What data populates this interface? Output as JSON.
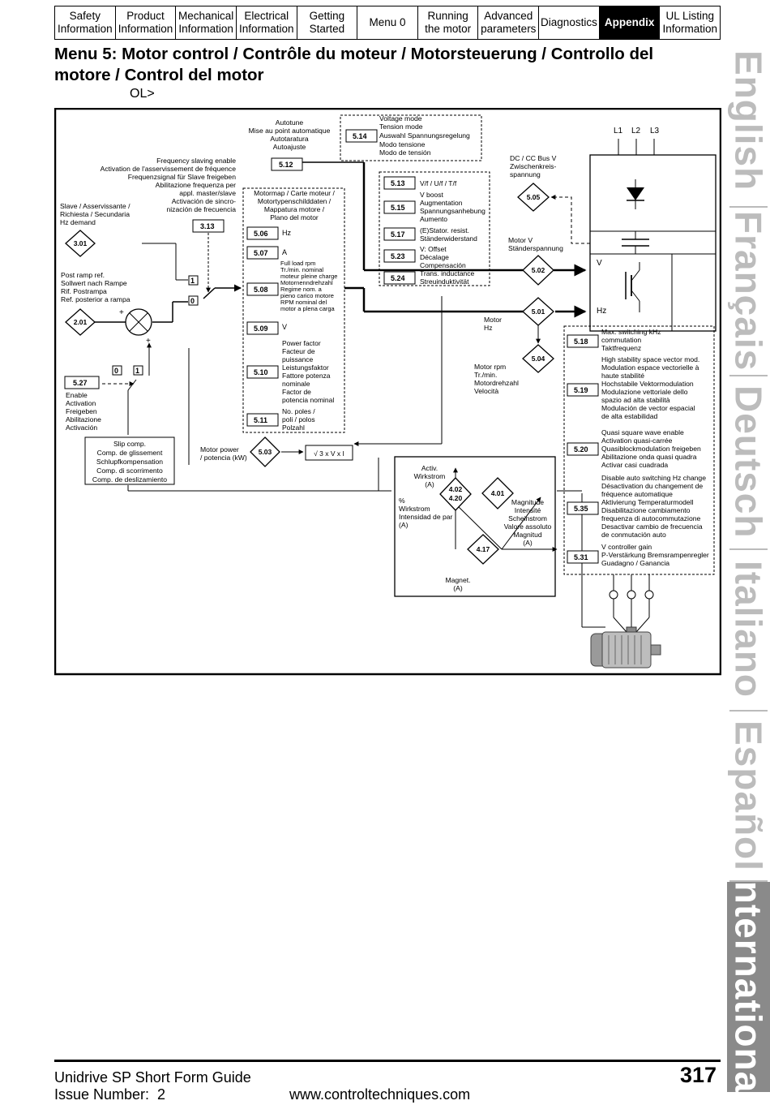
{
  "nav": {
    "tabs": [
      {
        "label": "Safety\nInformation"
      },
      {
        "label": "Product\nInformation"
      },
      {
        "label": "Mechanical\nInformation"
      },
      {
        "label": "Electrical\nInformation"
      },
      {
        "label": "Getting\nStarted"
      },
      {
        "label": "Menu 0"
      },
      {
        "label": "Running\nthe motor"
      },
      {
        "label": "Advanced\nparameters"
      },
      {
        "label": "Diagnostics"
      },
      {
        "label": "Appendix",
        "active": true
      },
      {
        "label": "UL Listing\nInformation"
      }
    ]
  },
  "page": {
    "title": "Menu 5: Motor control / Contrôle du moteur / Motorsteuerung / Controllo del motore / Control del motor",
    "subtitle": "OL>"
  },
  "diagram": {
    "autotune": [
      "Autotune",
      "Mise au point automatique",
      "Autotaratura",
      "Autoajuste"
    ],
    "voltage_mode": [
      "Voltage mode",
      "Tension mode",
      "Auswahl Spannungsregelung",
      "Modo tensione",
      "Modo de tensión"
    ],
    "freq_slaving_enable": [
      "Frequency slaving enable",
      "Activation de l'asservissement de fréquence",
      "Frequenzsignal für Slave freigeben",
      "Abilitazione frequenza per",
      "appl. master/slave",
      "Activación de sincro-",
      "nización de frecuencia"
    ],
    "slave_demand": [
      "Slave / Asservissante /",
      "Richiesta / Secundaria",
      "Hz demand"
    ],
    "post_ramp": [
      "Post ramp ref.",
      "Sollwert nach Rampe",
      "Rif. Postrampa",
      "Ref. posterior a rampa"
    ],
    "enable_activation": [
      "Enable",
      "Activation",
      "Freigeben",
      "Abilitazione",
      "Activación"
    ],
    "slip_comp": [
      "Slip comp.",
      "Comp. de glissement",
      "Schlupfkompensation",
      "Comp. di scorrimento",
      "Comp. de deslizamiento"
    ],
    "motor_map_title": [
      "Motormap / Carte moteur /",
      "Motortypenschilddaten /",
      "Mappatura motore /",
      "Plano del motor"
    ],
    "motor_map_items": [
      {
        "param": "5.06",
        "label": [
          "Hz"
        ]
      },
      {
        "param": "5.07",
        "label": [
          "A"
        ]
      },
      {
        "param": "5.08",
        "label": [
          "Full load rpm",
          "Tr./min. nominal",
          "moteur pleine charge",
          "Motornenndrehzahl",
          "Regime nom. a",
          "pieno carico motore",
          "RPM nominal del",
          "motor a plena carga"
        ]
      },
      {
        "param": "5.09",
        "label": [
          "V"
        ]
      },
      {
        "param": "5.10",
        "label": [
          "Power factor",
          "Facteur de",
          "puissance",
          "Leistungsfaktor",
          "Fattore potenza",
          "nominale",
          "Factor de",
          "potencia nominal"
        ]
      },
      {
        "param": "5.11",
        "label": [
          "No. poles /",
          "poli / polos",
          "Polzahl"
        ]
      }
    ],
    "vf_items": [
      {
        "param": "5.13",
        "label": [
          "V/f / U/f / T/f"
        ]
      },
      {
        "param": "5.15",
        "label": [
          "V boost",
          "Augmentation",
          "Spannungsanhebung",
          "Aumento"
        ]
      },
      {
        "param": "5.17",
        "label": [
          "(E)Stator. resist.",
          "Ständerwiderstand"
        ]
      },
      {
        "param": "5.23",
        "label": [
          "V: Offset",
          "Décalage",
          "Compensación"
        ]
      },
      {
        "param": "5.24",
        "label": [
          "Trans. inductance",
          "Streuinduktivität"
        ]
      }
    ],
    "dc_bus": [
      "DC / CC Bus V",
      "Zwischenkreis-",
      "spannung"
    ],
    "phases": [
      "L1",
      "L2",
      "L3"
    ],
    "motor_v": [
      "Motor V",
      "Ständerspannung"
    ],
    "motor_hz": [
      "Motor",
      "Hz"
    ],
    "motor_rpm": [
      "Motor rpm",
      "Tr./min.",
      "Motordrehzahl",
      "Velocità"
    ],
    "inverter_v": "V",
    "inverter_hz": "Hz",
    "motor_power": [
      "Motor power",
      "/ potencia (kW)"
    ],
    "power_formula": "√ 3 x V x I",
    "activ_current": [
      "Activ.",
      "Wirkstrom",
      "(A)"
    ],
    "percent_current": [
      "%",
      "Wirkstrom",
      "Intensidad de par",
      "(A)"
    ],
    "magnitude": [
      "Magnitude",
      "Intensité",
      "Scheinstrom",
      "Valore assoluto",
      "Magnitud",
      "(A)"
    ],
    "magnet": [
      "Magnet.",
      "(A)"
    ],
    "right_items": [
      {
        "param": "5.18",
        "label": [
          "Max. switching kHz",
          "commutation",
          "Taktfrequenz"
        ]
      },
      {
        "param": "5.19",
        "label": [
          "High stability space vector mod.",
          "Modulation espace vectorielle à",
          "haute stabilité",
          "Hochstabile Vektormodulation",
          "Modulazione vettoriale dello",
          "spazio ad alta stabilità",
          "Modulación de vector espacial",
          "de alta estabilidad"
        ]
      },
      {
        "param": "5.20",
        "label": [
          "Quasi square wave enable",
          "Activation quasi-carrée",
          "Quasiblockmodulation freigeben",
          "Abilitazione onda quasi quadra",
          "Activar casi cuadrada"
        ]
      },
      {
        "param": "5.35",
        "label": [
          "Disable auto switching Hz change",
          "Désactivation du changement de",
          "fréquence automatique",
          "Aktivierung Temperaturmodell",
          "Disabilitazione cambiamento",
          "frequenza di autocommutazione",
          "Desactivar cambio de frecuencia",
          "de conmutación auto"
        ]
      },
      {
        "param": "5.31",
        "label": [
          "V controller gain",
          "P-Verstärkung Bremsrampenregler",
          "Guadagno / Ganancia"
        ]
      }
    ],
    "params": {
      "p514": "5.14",
      "p512": "5.12",
      "p313": "3.13",
      "p301": "3.01",
      "p201": "2.01",
      "p527": "5.27",
      "p505": "5.05",
      "p502": "5.02",
      "p501": "5.01",
      "p504": "5.04",
      "p503": "5.03",
      "p402": "4.02",
      "p420": "4.20",
      "p401": "4.01",
      "p417": "4.17"
    },
    "switch": {
      "one": "1",
      "zero": "0"
    },
    "sum_signs": {
      "plus1": "+",
      "plus2": "+"
    }
  },
  "languages": [
    {
      "name": "English"
    },
    {
      "name": "Français"
    },
    {
      "name": "Deutsch"
    },
    {
      "name": "Italiano"
    },
    {
      "name": "Español"
    },
    {
      "name": "International",
      "active": true
    }
  ],
  "footer": {
    "guide": "Unidrive SP Short Form Guide",
    "issue": "Issue Number:  2",
    "url": "www.controltechniques.com",
    "page_number": "317"
  }
}
